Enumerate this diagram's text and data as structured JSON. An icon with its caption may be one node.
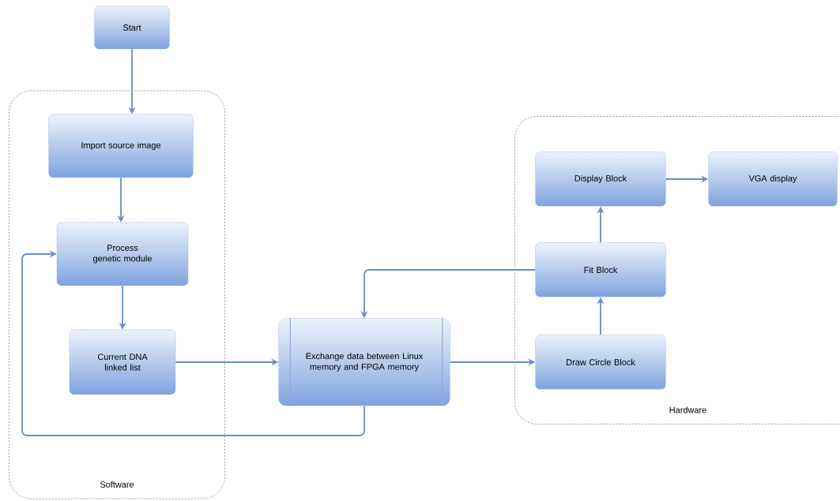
{
  "diagram": {
    "nodes": [
      {
        "text": [
          "Start"
        ]
      },
      {
        "text": [
          "Software"
        ]
      },
      {
        "text": [
          "Import source image"
        ],
        "in": 1
      },
      {
        "text": [
          "Process genetic module"
        ],
        "in": 1
      },
      {
        "text": [
          "Current DNA linked list"
        ],
        "in": 1
      },
      {
        "text": [
          "Exchange data between Linux memory and FPGA memory"
        ]
      },
      {
        "text": [
          "Hardware"
        ]
      },
      {
        "text": [
          "Display Block"
        ],
        "in": 6
      },
      {
        "text": [
          "VGA display"
        ],
        "in": 6
      },
      {
        "text": [
          "Fit Block"
        ],
        "in": 6
      },
      {
        "text": [
          "Draw Circle Block"
        ],
        "in": 6
      }
    ],
    "edges": [
      {
        "from": 0,
        "to": 2,
        "arrow": "to"
      },
      {
        "from": 2,
        "to": 3,
        "arrow": "to"
      },
      {
        "from": 3,
        "to": 4,
        "arrow": "to"
      },
      {
        "from": 4,
        "to": 5,
        "arrow": "to"
      },
      {
        "from": 5,
        "to": 3,
        "arrow": "to"
      },
      {
        "from": 5,
        "to": 10,
        "arrow": "to"
      },
      {
        "from": 10,
        "to": 9,
        "arrow": "to"
      },
      {
        "from": 9,
        "to": 7,
        "arrow": "to"
      },
      {
        "from": 7,
        "to": 8,
        "arrow": "to"
      },
      {
        "from": 9,
        "to": 5,
        "arrow": "to"
      }
    ]
  }
}
